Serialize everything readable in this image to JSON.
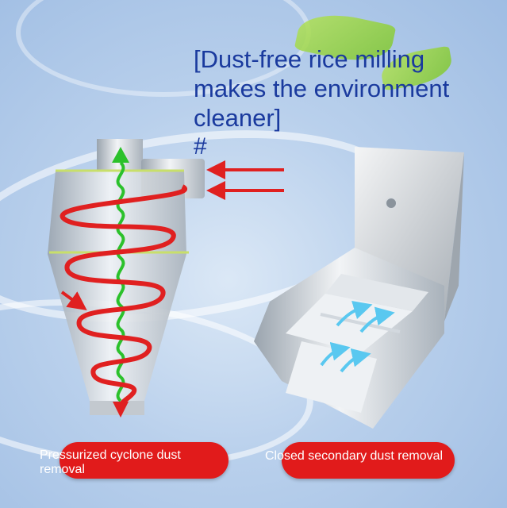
{
  "headline": "[Dust-free rice milling makes the environment cleaner]",
  "hash": "#",
  "captions": {
    "left": "Pressurized cyclone dust removal",
    "right": "Closed secondary dust removal"
  },
  "colors": {
    "headline": "#1a3a9e",
    "pill": "#e11b1b",
    "arrow_red": "#e02020",
    "arrow_green": "#2bc12b",
    "arrow_blue": "#59c8f0"
  }
}
